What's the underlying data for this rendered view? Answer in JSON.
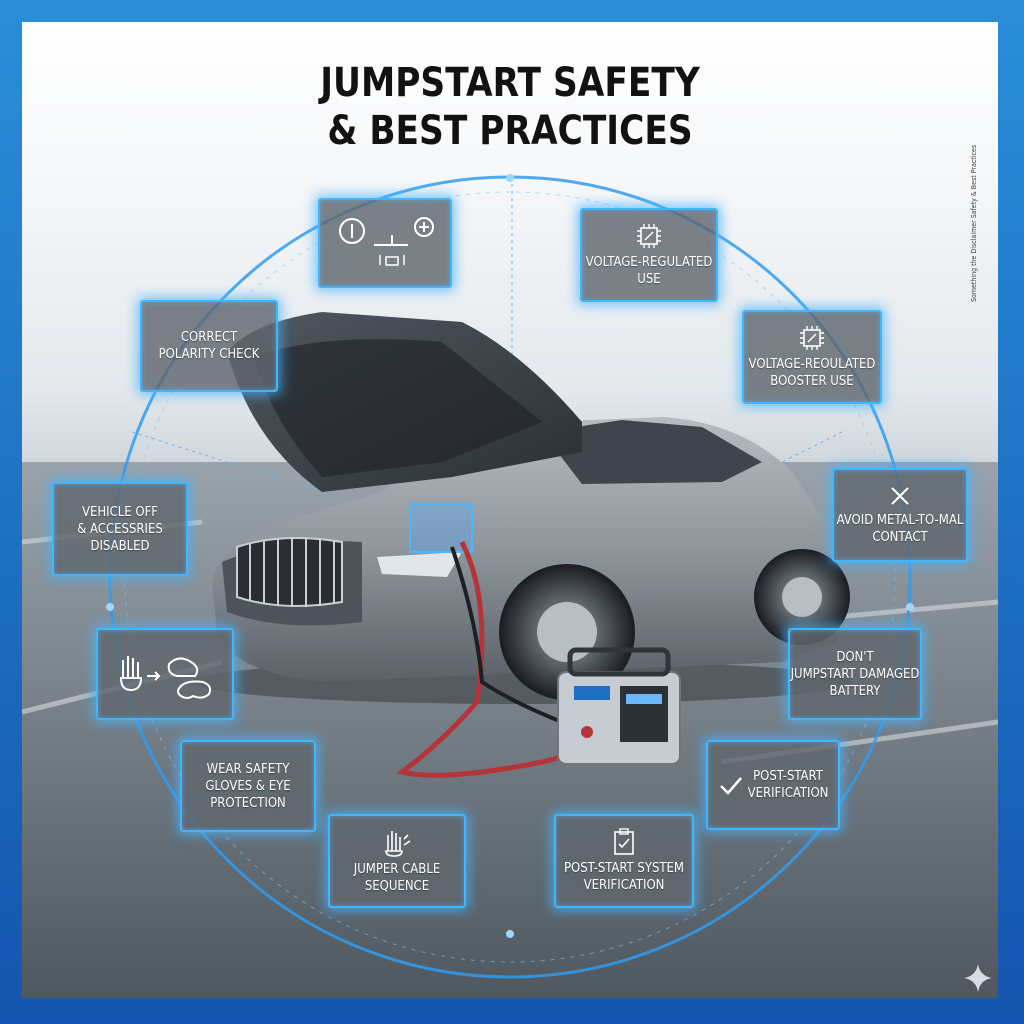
{
  "title": {
    "line1": "JUMPSTART SAFETY",
    "line2": "& BEST PRACTICES"
  },
  "side_note": "Something the Disclaimer Safety & Best Practices",
  "accent_color": "#3fb6ff",
  "cards": [
    {
      "label": "",
      "icon": "polarity-terminals-icon"
    },
    {
      "label": "Voltage-Regulated\nUse",
      "icon": "chip-icon"
    },
    {
      "label": "Correct\nPolarity Check",
      "icon": ""
    },
    {
      "label": "Voltage-Reoulated\nBooster Use",
      "icon": "chip-icon"
    },
    {
      "label": "Vehicle Off\n& Accessries\nDisabled",
      "icon": ""
    },
    {
      "label": "Avoid Metal-to-Mal\nContact",
      "icon": "cross-icon"
    },
    {
      "label": "",
      "icon": "gloves-goggles-icon"
    },
    {
      "label": "Don't\nJumpstart Damaged\nBattery",
      "icon": ""
    },
    {
      "label": "Wear Safety\nGloves & Eye\nProtection",
      "icon": ""
    },
    {
      "label": "Post-Start\nVerification",
      "icon": "checkmark-icon"
    },
    {
      "label": "Jumper Cable\nSequence",
      "icon": "gloves-icon"
    },
    {
      "label": "Post-Start System\nVerification",
      "icon": "checklist-icon"
    }
  ]
}
